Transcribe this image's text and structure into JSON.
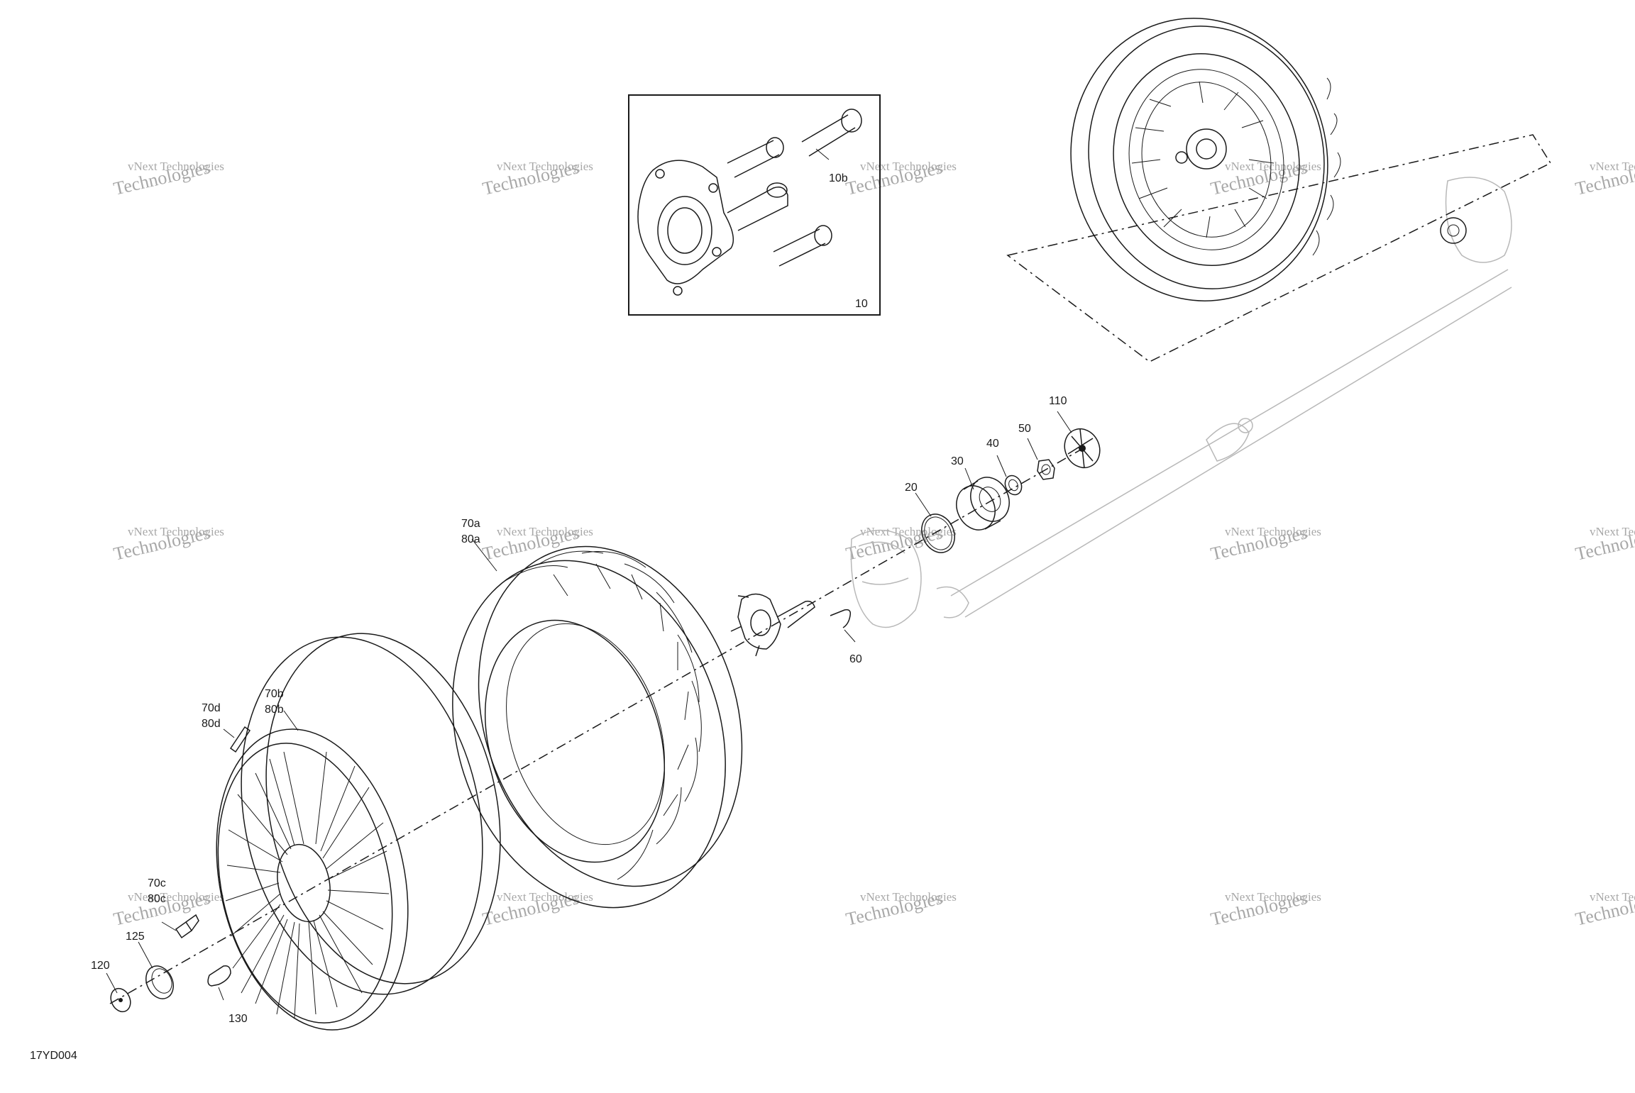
{
  "diagram": {
    "part_labels": {
      "p10": "10",
      "p10b": "10b",
      "p20": "20",
      "p30": "30",
      "p40": "40",
      "p50": "50",
      "p60": "60",
      "p70a": "70a",
      "p80a": "80a",
      "p70b": "70b",
      "p80b": "80b",
      "p70d": "70d",
      "p80d": "80d",
      "p70c": "70c",
      "p80c": "80c",
      "p110": "110",
      "p120": "120",
      "p125": "125",
      "p130": "130"
    },
    "drawing_code": "17YD004",
    "watermark_line1": "vNext Technologies",
    "watermark_line2": "Technologies"
  }
}
